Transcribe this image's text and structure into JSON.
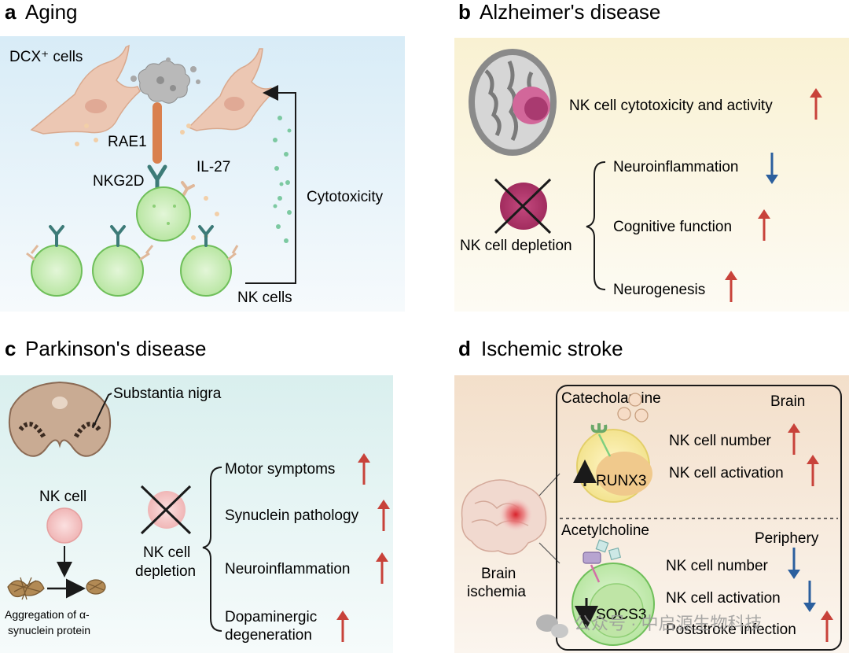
{
  "panels": {
    "a": {
      "letter": "a",
      "title": "Aging",
      "labels": {
        "dcx_cells": "DCX⁺ cells",
        "rae1": "RAE1",
        "nkg2d": "NKG2D",
        "il27": "IL-27",
        "cytotoxicity": "Cytotoxicity",
        "nk_cells": "NK cells"
      }
    },
    "b": {
      "letter": "b",
      "title": "Alzheimer's disease",
      "top_effect": {
        "label": "NK cell cytotoxicity and activity",
        "direction": "up"
      },
      "depletion_label": "NK cell depletion",
      "outcomes": [
        {
          "label": "Neuroinflammation",
          "direction": "down"
        },
        {
          "label": "Cognitive function",
          "direction": "up"
        },
        {
          "label": "Neurogenesis",
          "direction": "up"
        }
      ]
    },
    "c": {
      "letter": "c",
      "title": "Parkinson's disease",
      "substantia_label": "Substantia nigra",
      "nk_cell_label": "NK cell",
      "aggregation_label_1": "Aggregation of α-",
      "aggregation_label_2": "synuclein protein",
      "depletion_label_1": "NK cell",
      "depletion_label_2": "depletion",
      "outcomes": [
        {
          "label": "Motor symptoms",
          "direction": "up"
        },
        {
          "label": "Synuclein pathology",
          "direction": "up"
        },
        {
          "label": "Neuroinflammation",
          "direction": "up"
        },
        {
          "label_1": "Dopaminergic",
          "label_2": "degeneration",
          "direction": "up"
        }
      ]
    },
    "d": {
      "letter": "d",
      "title": "Ischemic stroke",
      "brain_label_1": "Brain",
      "brain_label_2": "ischemia",
      "brain_box": {
        "signal": "Catecholamine",
        "location": "Brain",
        "gene": "RUNX3",
        "effects": [
          {
            "label": "NK cell number",
            "direction": "up"
          },
          {
            "label": "NK cell activation",
            "direction": "up"
          }
        ]
      },
      "periphery_box": {
        "signal": "Acetylcholine",
        "location": "Periphery",
        "gene": "SOCS3",
        "effects": [
          {
            "label": "NK cell number",
            "direction": "down"
          },
          {
            "label": "NK cell activation",
            "direction": "down"
          },
          {
            "label": "Poststroke infection",
            "direction": "up"
          }
        ]
      }
    }
  },
  "watermark": "公众号 · 中启源生物科技",
  "colors": {
    "up_arrow": "#c8423a",
    "down_arrow": "#2b5f9e",
    "nk_cell": "#c9ecb8",
    "nk_cell_edge": "#6fbf5a",
    "receptor": "#3d7b78",
    "neuron": "#ecc7b3",
    "depleted_cell": "#b4366c"
  }
}
